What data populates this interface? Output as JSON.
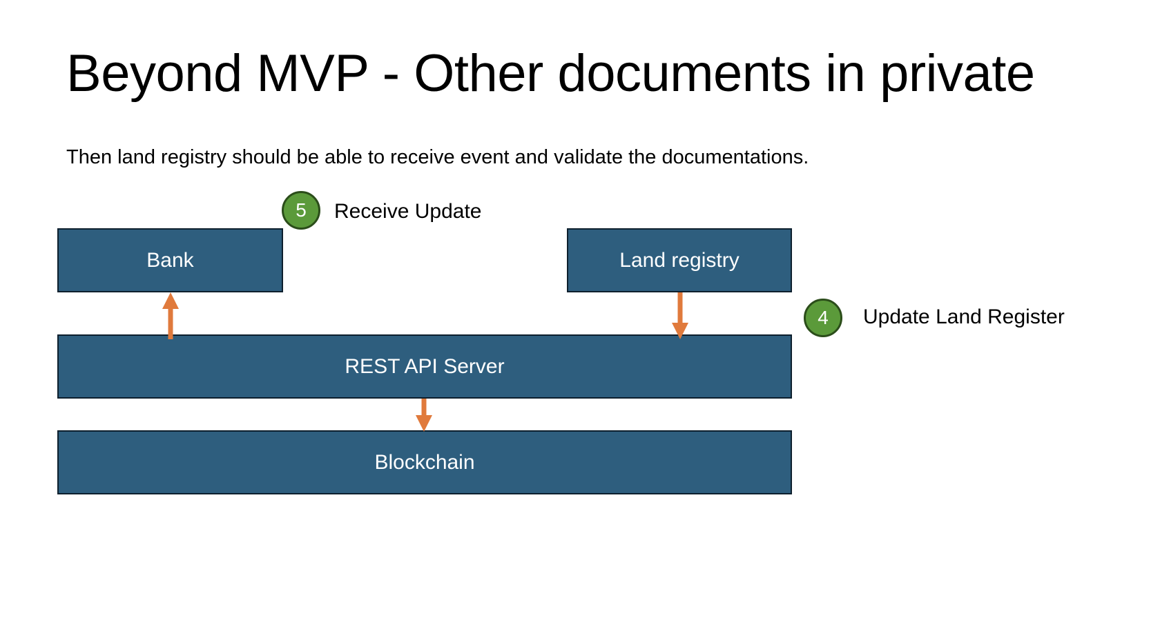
{
  "slide": {
    "title": "Beyond MVP - Other documents in private",
    "subtitle": "Then land registry should be able to receive event and validate the documentations."
  },
  "nodes": {
    "bank": "Bank",
    "land_registry": "Land registry",
    "rest_api": "REST API Server",
    "blockchain": "Blockchain"
  },
  "steps": [
    {
      "number": "5",
      "label": "Receive Update"
    },
    {
      "number": "4",
      "label": "Update Land Register"
    }
  ],
  "colors": {
    "box_fill": "#2e5e7e",
    "box_border": "#0d1f2d",
    "arrow": "#e07a3c",
    "step_circle": "#5b9a3a"
  }
}
